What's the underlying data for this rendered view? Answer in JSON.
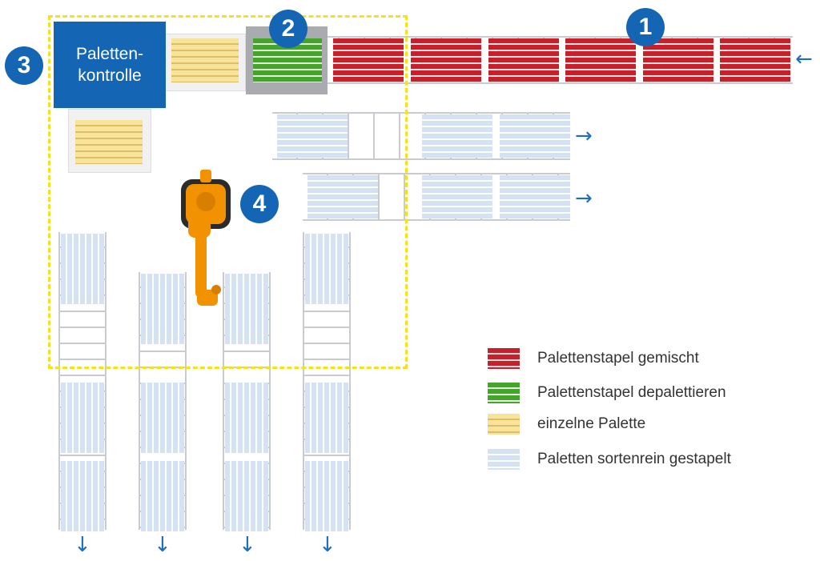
{
  "stations": {
    "kontrolle_label": "Paletten-\nkontrolle"
  },
  "badges": [
    "1",
    "2",
    "3",
    "4"
  ],
  "arrows": {
    "infeed": "←",
    "outfeed_right": "→",
    "outfeed_down": "↓"
  },
  "legend": [
    {
      "label": "Palettenstapel gemischt",
      "color": "#c8202a",
      "type": "mixed"
    },
    {
      "label": "Palettenstapel depalettieren",
      "color": "#45a52a",
      "type": "depal"
    },
    {
      "label": "einzelne Palette",
      "color": "#f7e39a",
      "type": "single"
    },
    {
      "label": "Paletten sortenrein gestapelt",
      "color": "#d5e2f3",
      "type": "sorted"
    }
  ],
  "colors": {
    "accent": "#1565b5",
    "zone": "#f3e21c",
    "robot": "#f39200"
  }
}
